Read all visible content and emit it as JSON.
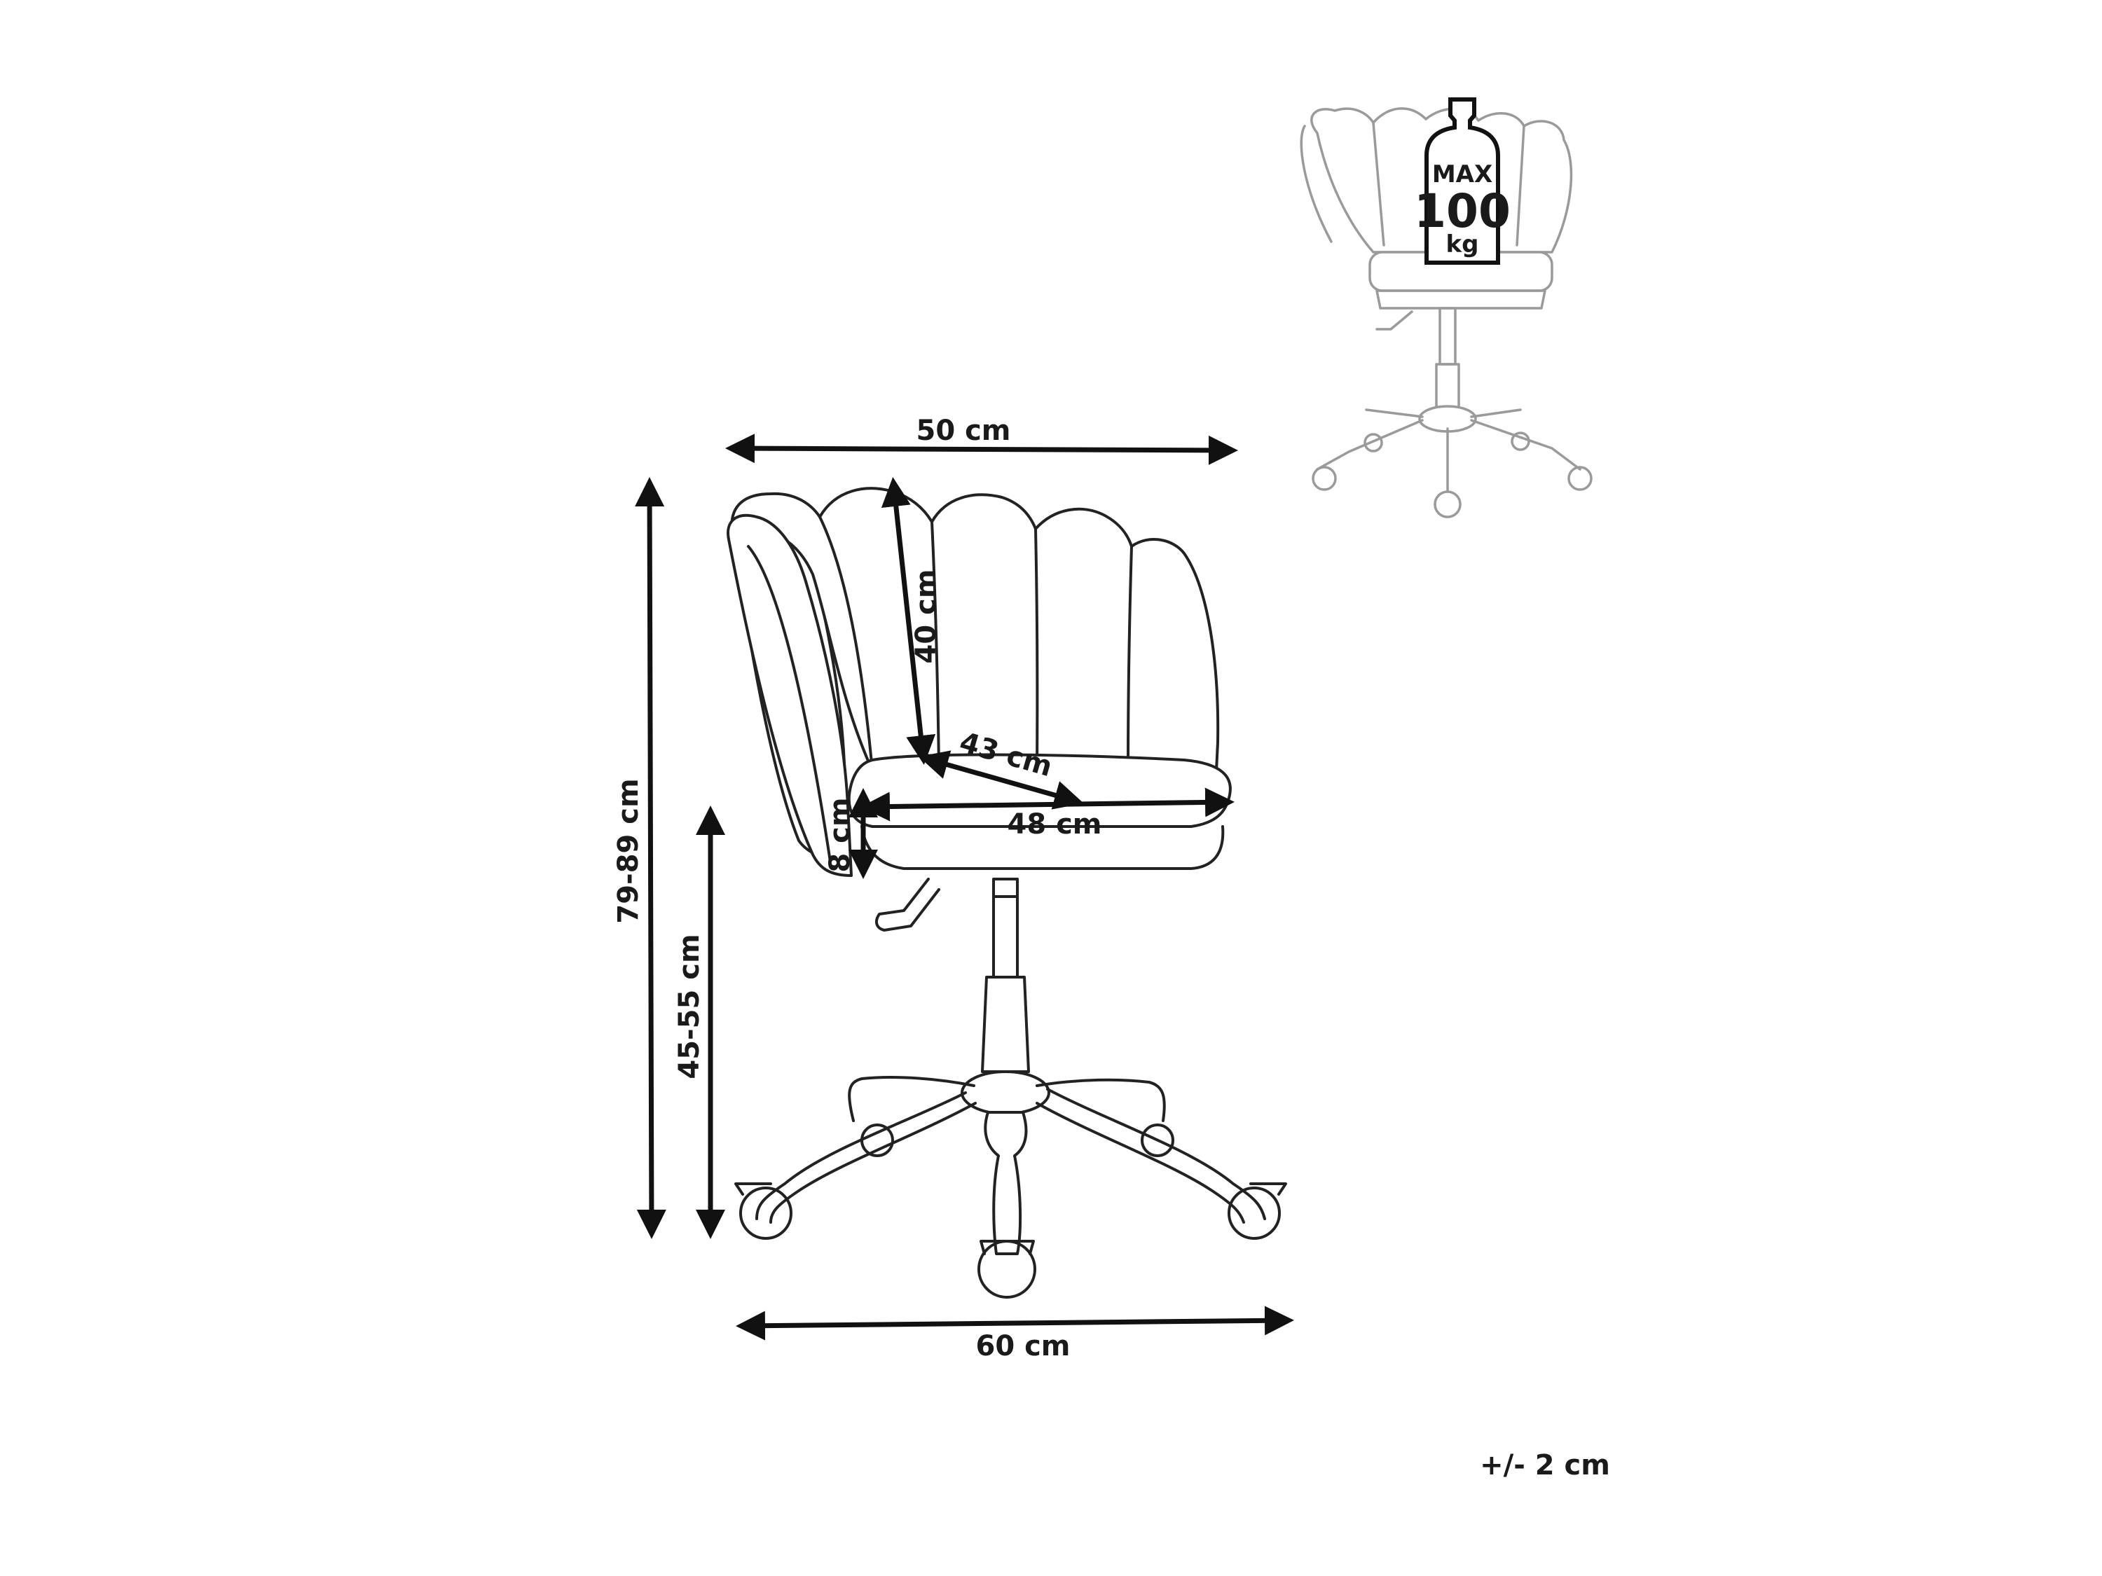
{
  "dimensions": {
    "backrest_width": "50 cm",
    "backrest_height": "40 cm",
    "seat_depth": "43 cm",
    "seat_width": "48 cm",
    "seat_thickness": "8 cm",
    "total_height": "79-89 cm",
    "seat_height": "45-55 cm",
    "base_width": "60 cm"
  },
  "max_load": {
    "label": "MAX",
    "value": "100",
    "unit": "kg"
  },
  "tolerance": "+/- 2 cm",
  "icons": {
    "weight": "weight-icon",
    "chair": "office-chair-icon"
  },
  "colors": {
    "line": "#222222",
    "thumbnail_line": "#9a9a9a",
    "text": "#1a1a1a"
  }
}
